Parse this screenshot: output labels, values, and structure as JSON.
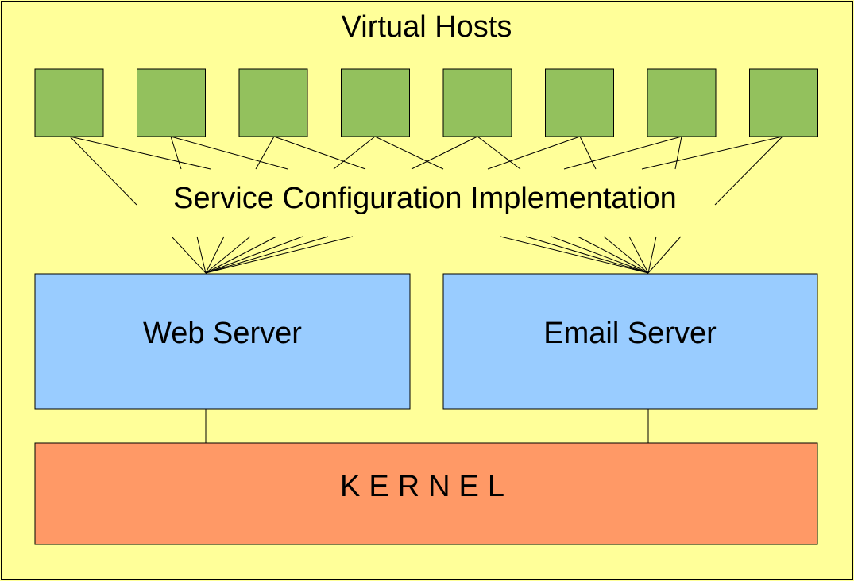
{
  "title": "Virtual Hosts",
  "host_count": 8,
  "service_label": "Service Configuration Implementation",
  "servers": {
    "web": "Web Server",
    "email": "Email Server"
  },
  "kernel": "KERNEL",
  "colors": {
    "background": "#ffff99",
    "host": "#93c15d",
    "server": "#99ccff",
    "kernel": "#ff9966",
    "line": "#000000"
  }
}
